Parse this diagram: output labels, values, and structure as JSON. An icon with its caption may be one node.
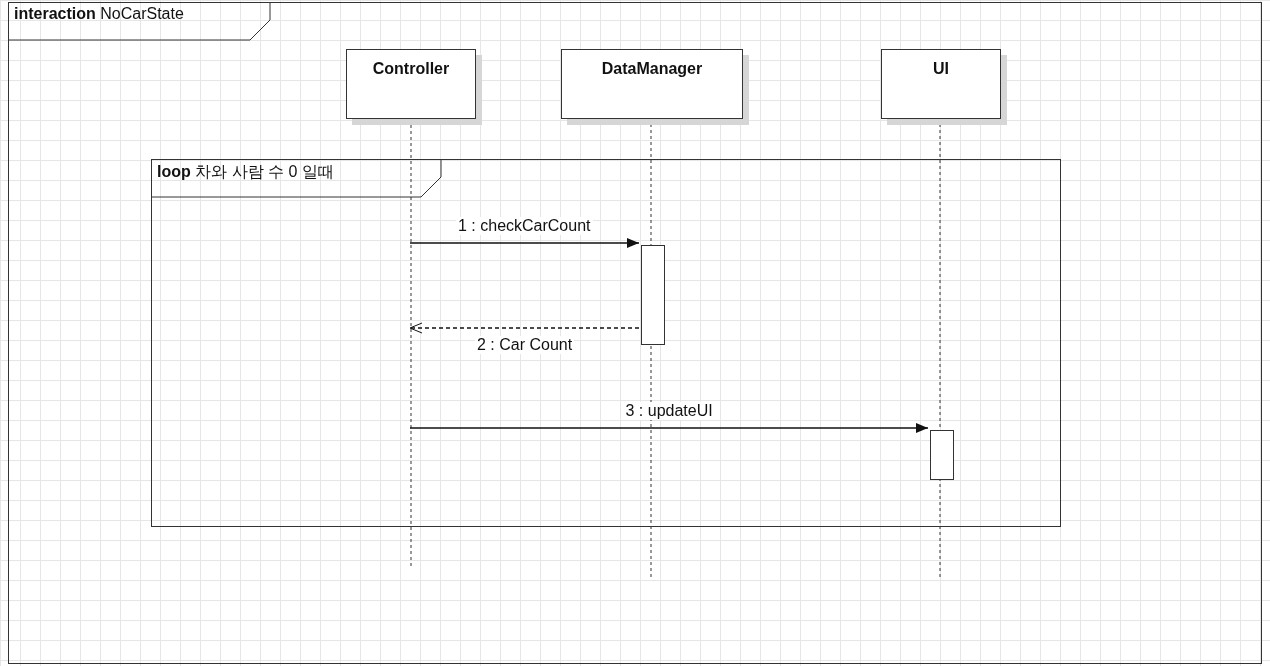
{
  "diagram": {
    "nodes": [
      {
        "text": [
          "**interaction** NoCarState"
        ]
      },
      {
        "text": [
          "Controller"
        ],
        "in": 0
      },
      {
        "text": [
          "DataManager"
        ],
        "in": 0
      },
      {
        "text": [
          "UI"
        ],
        "in": 0
      },
      {
        "text": [
          "**loop** 차와 사람 수 0 일때"
        ],
        "in": 0
      },
      {
        "text": [],
        "shape": "bar",
        "in": 4
      },
      {
        "text": [],
        "shape": "bar",
        "in": 4
      }
    ],
    "edges": [
      {
        "from": 1,
        "to": 5,
        "arrow": "to",
        "label": "1 : checkCarCount"
      },
      {
        "from": 5,
        "to": 1,
        "arrow": "to",
        "label": "2 : Car Count",
        "style": "dashed"
      },
      {
        "from": 1,
        "to": 6,
        "arrow": "to",
        "label": "3 : updateUI"
      }
    ]
  }
}
